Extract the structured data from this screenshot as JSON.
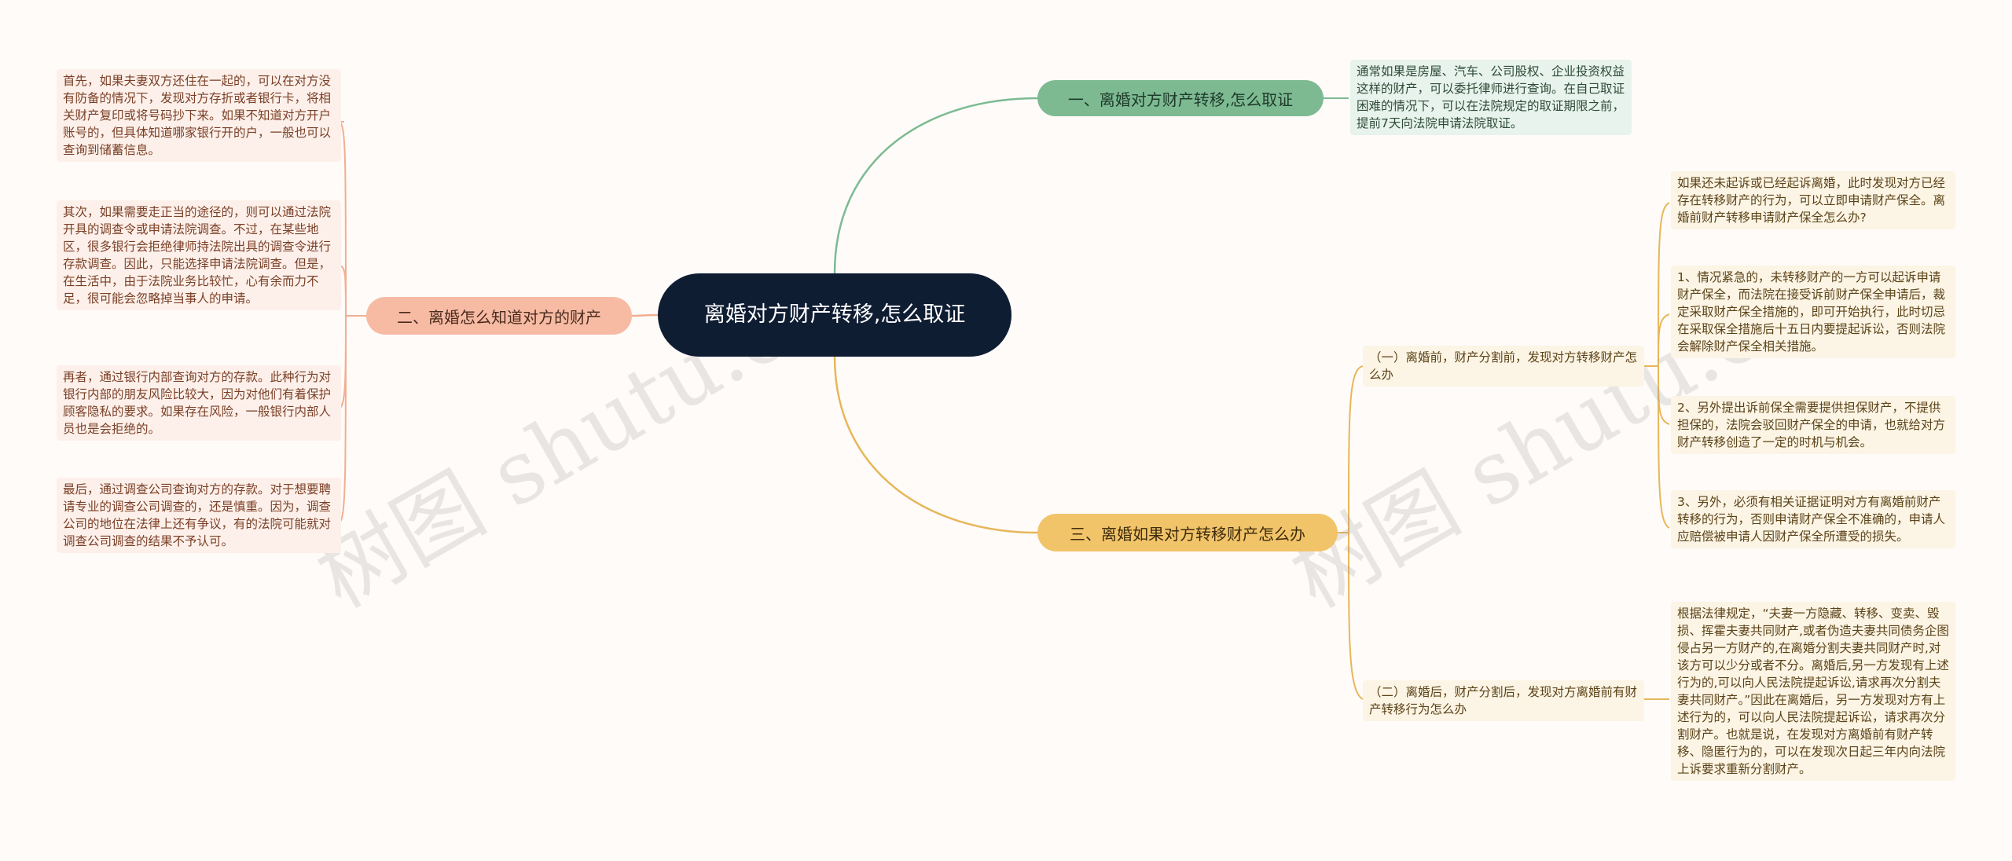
{
  "root": {
    "label": "离婚对方财产转移,怎么取证"
  },
  "branch1": {
    "label": "一、离婚对方财产转移,怎么取证",
    "note": "通常如果是房屋、汽车、公司股权、企业投资权益这样的财产，可以委托律师进行查询。在自己取证困难的情况下，可以在法院规定的取证期限之前，提前7天向法院申请法院取证。"
  },
  "branch2": {
    "label": "二、离婚怎么知道对方的财产",
    "notes": [
      "首先，如果夫妻双方还住在一起的，可以在对方没有防备的情况下，发现对方存折或者银行卡，将相关财产复印或将号码抄下来。如果不知道对方开户账号的，但具体知道哪家银行开的户，一般也可以查询到储蓄信息。",
      "其次，如果需要走正当的途径的，则可以通过法院开具的调查令或申请法院调查。不过，在某些地区，很多银行会拒绝律师持法院出具的调查令进行存款调查。因此，只能选择申请法院调查。但是，在生活中，由于法院业务比较忙，心有余而力不足，很可能会忽略掉当事人的申请。",
      "再者，通过银行内部查询对方的存款。此种行为对银行内部的朋友风险比较大，因为对他们有着保护顾客隐私的要求。如果存在风险，一般银行内部人员也是会拒绝的。",
      "最后，通过调查公司查询对方的存款。对于想要聘请专业的调查公司调查的，还是慎重。因为，调查公司的地位在法律上还有争议，有的法院可能就对调查公司调查的结果不予认可。"
    ]
  },
  "branch3": {
    "label": "三、离婚如果对方转移财产怎么办",
    "sub1": {
      "label": "（一）离婚前，财产分割前，发现对方转移财产怎么办",
      "notes": [
        "如果还未起诉或已经起诉离婚，此时发现对方已经存在转移财产的行为，可以立即申请财产保全。离婚前财产转移申请财产保全怎么办?",
        "1、情况紧急的，未转移财产的一方可以起诉申请财产保全，而法院在接受诉前财产保全申请后，裁定采取财产保全措施的，即可开始执行，此时切忌在采取保全措施后十五日内要提起诉讼，否则法院会解除财产保全相关措施。",
        "2、另外提出诉前保全需要提供担保财产，不提供担保的，法院会驳回财产保全的申请，也就给对方财产转移创造了一定的时机与机会。",
        "3、另外，必须有相关证据证明对方有离婚前财产转移的行为，否则申请财产保全不准确的，申请人应赔偿被申请人因财产保全所遭受的损失。"
      ]
    },
    "sub2": {
      "label": "（二）离婚后，财产分割后，发现对方离婚前有财产转移行为怎么办",
      "note": "根据法律规定，“夫妻一方隐藏、转移、变卖、毁损、挥霍夫妻共同财产,或者伪造夫妻共同债务企图侵占另一方财产的,在离婚分割夫妻共同财产时,对该方可以少分或者不分。离婚后,另一方发现有上述行为的,可以向人民法院提起诉讼,请求再次分割夫妻共同财产。”因此在离婚后，另一方发现对方有上述行为的，可以向人民法院提起诉讼，请求再次分割财产。也就是说，在发现对方离婚前有财产转移、隐匿行为的，可以在发现次日起三年内向法院上诉要求重新分割财产。"
    }
  },
  "watermarks": [
    "树图 shutu.cn",
    "树图 shutu.cn"
  ],
  "colors": {
    "root": "#0f1d33",
    "branch1": "#7dba92",
    "branch2": "#f7bba4",
    "branch3": "#f2c46a"
  }
}
